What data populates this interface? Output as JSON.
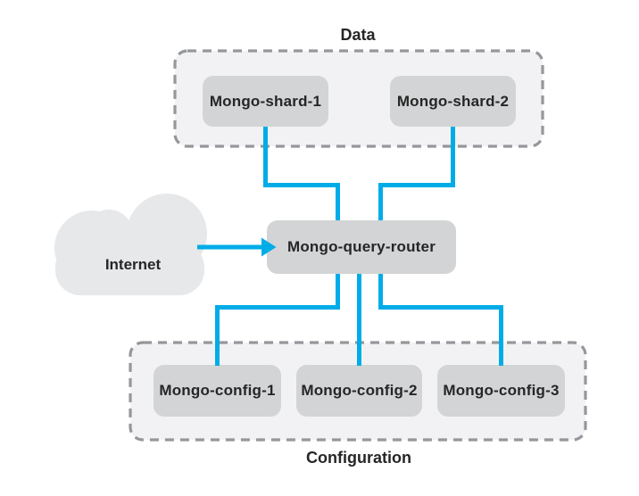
{
  "groups": [
    {
      "label": "Data",
      "nodes": [
        {
          "label": "Mongo-shard-1"
        },
        {
          "label": "Mongo-shard-2"
        }
      ]
    },
    {
      "label": "Configuration",
      "nodes": [
        {
          "label": "Mongo-config-1"
        },
        {
          "label": "Mongo-config-2"
        },
        {
          "label": "Mongo-config-3"
        }
      ]
    }
  ],
  "router": {
    "label": "Mongo-query-router"
  },
  "cloud": {
    "label": "Internet"
  },
  "colors": {
    "connector": "#00ACE8",
    "node_fill": "#D2D4D5",
    "group_fill": "#F2F2F4",
    "group_border": "#95979A",
    "cloud_fill": "#E7E8EA",
    "text": "#262626",
    "background": "#FFFFFF"
  }
}
